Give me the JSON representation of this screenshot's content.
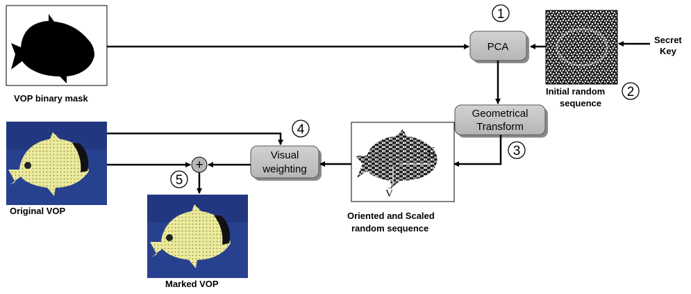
{
  "labels": {
    "vop_binary_mask": "VOP binary mask",
    "initial_random_1": "Initial random",
    "initial_random_2": "sequence",
    "secret_key_1": "Secret",
    "secret_key_2": "Key",
    "original_vop": "Original VOP",
    "marked_vop": "Marked VOP",
    "oriented_1": "Oriented and Scaled",
    "oriented_2": "random sequence"
  },
  "boxes": {
    "pca": "PCA",
    "geom_1": "Geometrical",
    "geom_2": "Transform",
    "visual_1": "Visual",
    "visual_2": "weighting",
    "plus": "+"
  },
  "steps": [
    "1",
    "2",
    "3",
    "4",
    "5"
  ],
  "vectors": {
    "u": "U",
    "v": "V"
  },
  "colors": {
    "box_fill": "#c4c4c4",
    "box_shadow": "#8a8a8a",
    "photo_bg": "#27418f",
    "photo_bg_dark": "#1b2f72",
    "fish_body": "#e8e49a"
  }
}
